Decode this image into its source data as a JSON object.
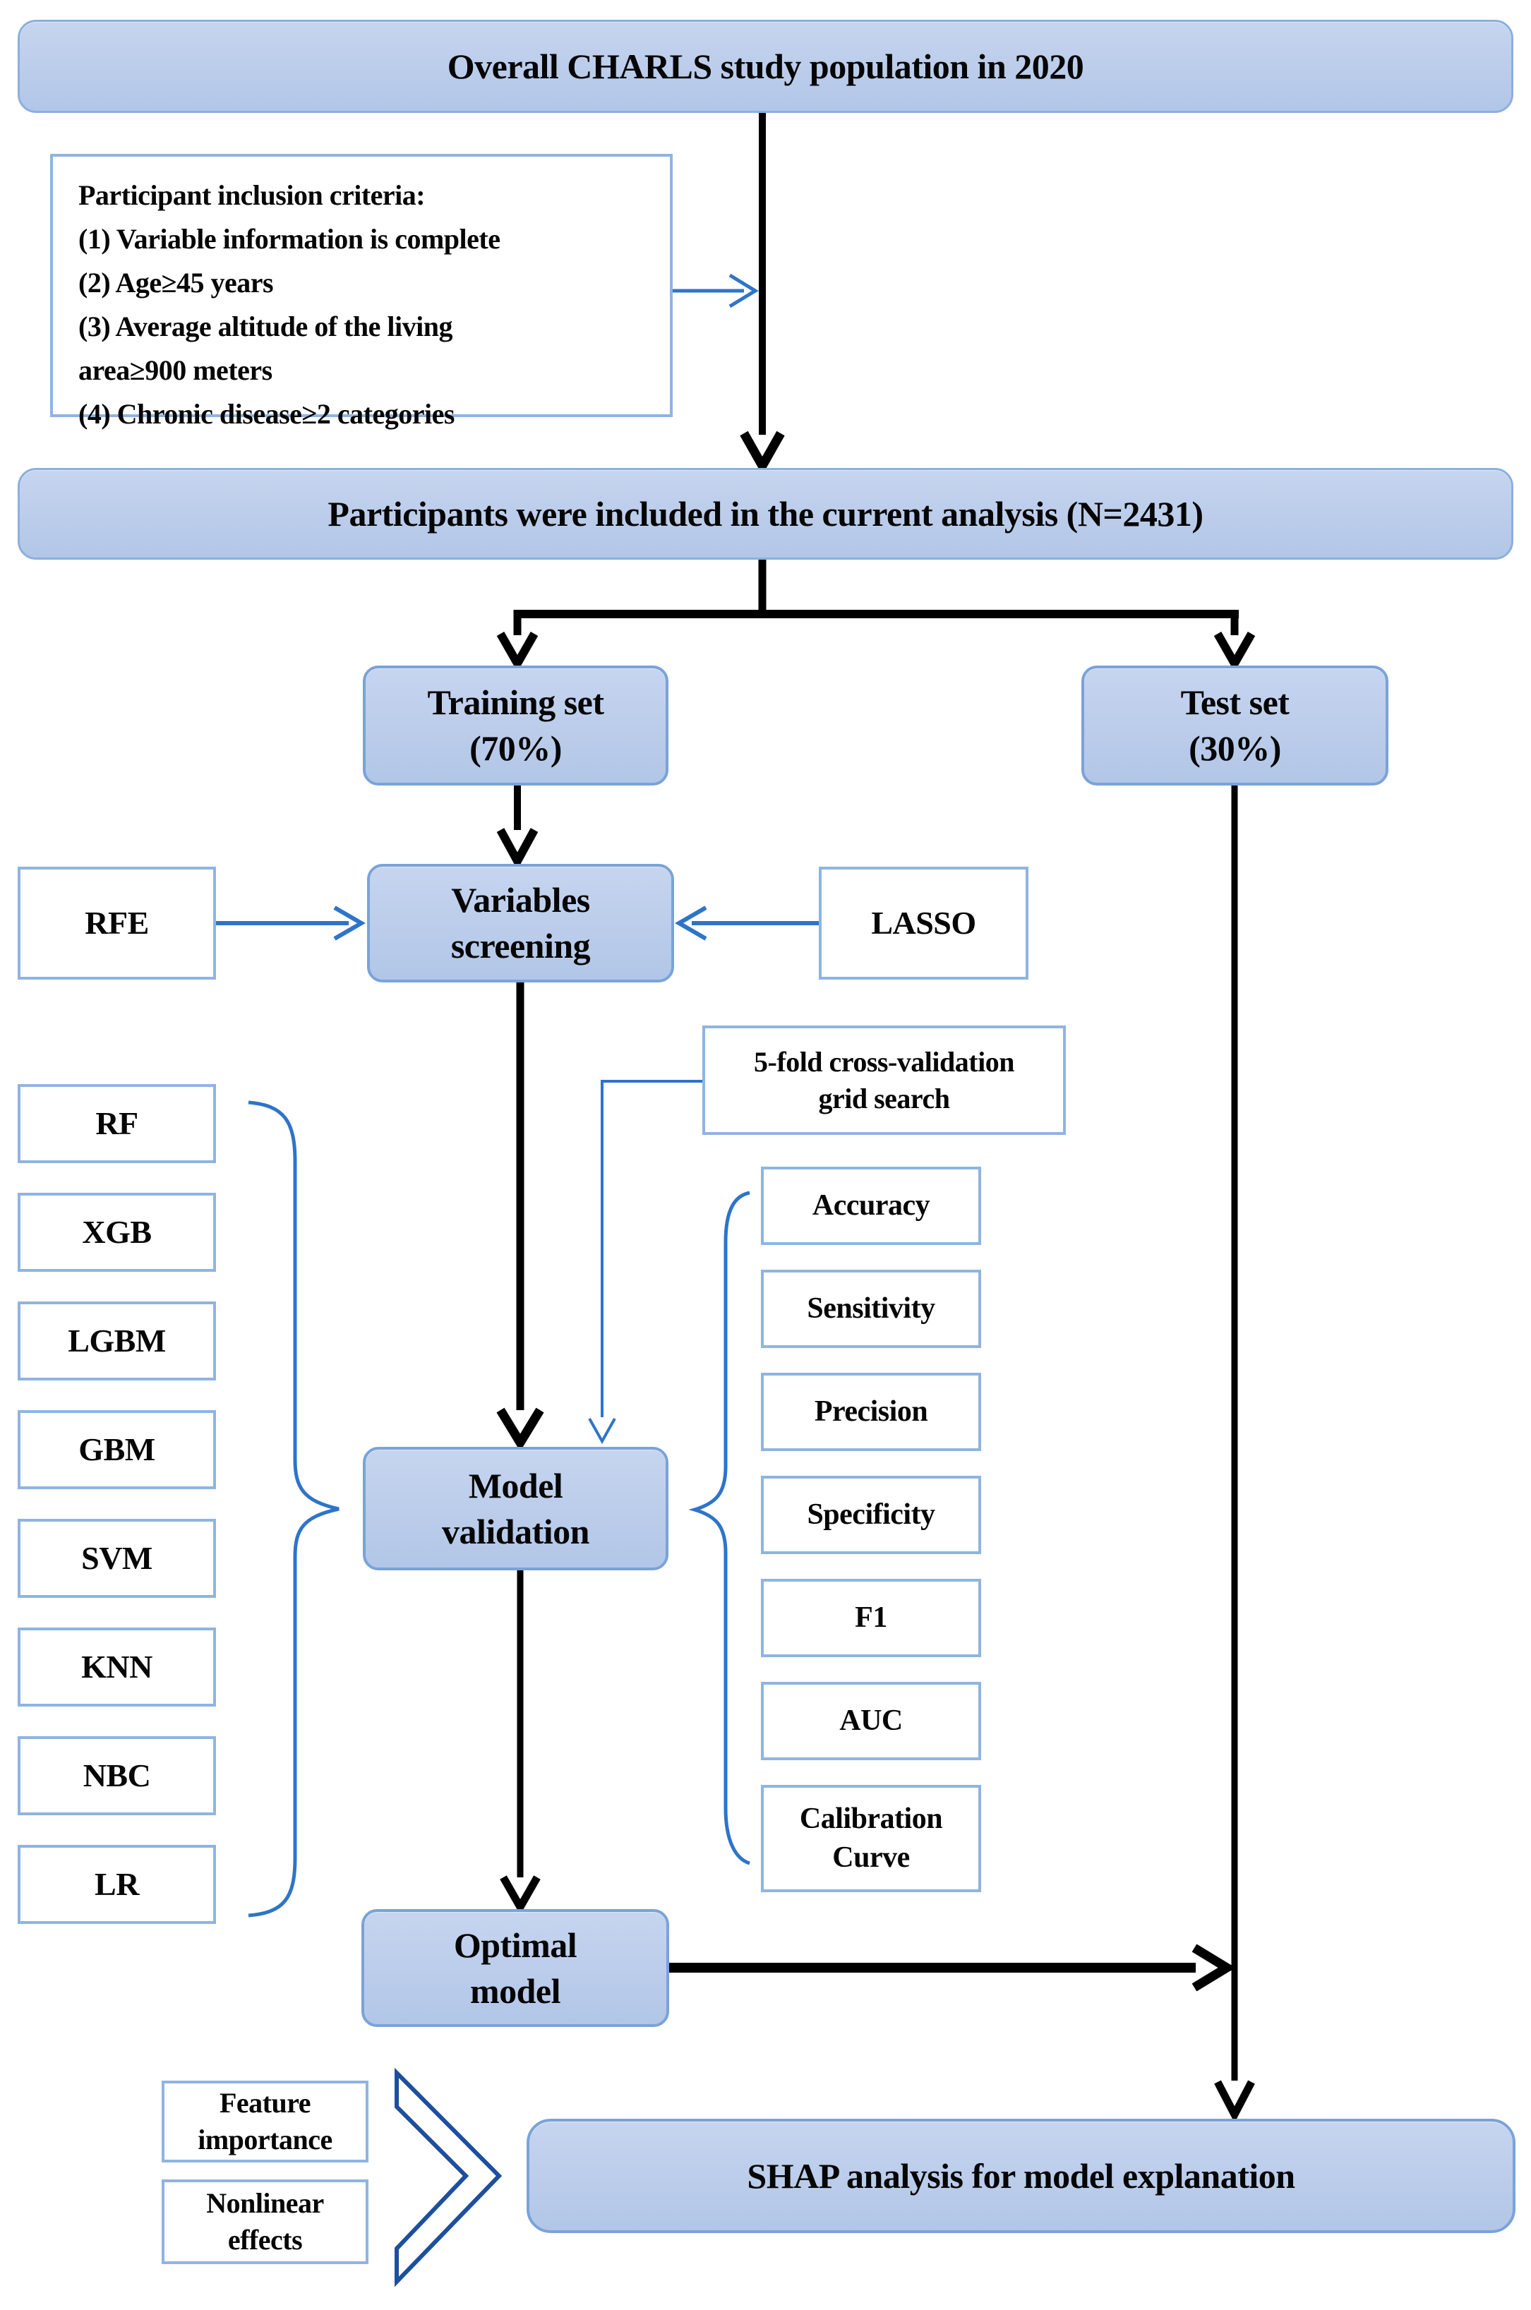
{
  "flow": {
    "top_bar": "Overall CHARLS study population in 2020",
    "included_bar": "Participants were included in the current analysis (N=2431)",
    "criteria": "Participant inclusion criteria:\n(1) Variable information is complete\n(2) Age≥45 years\n(3) Average altitude of the living\narea≥900 meters\n(4) Chronic disease≥2 categories",
    "training": "Training set\n(70%)",
    "test": "Test set\n(30%)",
    "variables": "Variables\nscreening",
    "rfe": "RFE",
    "lasso": "LASSO",
    "cross_validation": "5-fold cross-validation\ngrid search",
    "validation": "Model\nvalidation",
    "optimal": "Optimal\nmodel",
    "feature_importance": "Feature\nimportance",
    "nonlinear_effects": "Nonlinear\neffects",
    "shap": "SHAP analysis for model explanation"
  },
  "models": [
    "RF",
    "XGB",
    "LGBM",
    "GBM",
    "SVM",
    "KNN",
    "NBC",
    "LR"
  ],
  "metrics": [
    "Accuracy",
    "Sensitivity",
    "Precision",
    "Specificity",
    "F1",
    "AUC",
    "Calibration\nCurve"
  ],
  "colors": {
    "box_fill_light": "#c6d5ef",
    "box_fill": "#b2c6e7",
    "box_border": "#7aa3d8",
    "bar_border": "#8ab0df",
    "white_box_border": "#8fb4e2",
    "connector_blue": "#2e74c9",
    "chevron_blue": "#1d4f9e",
    "arrow_black": "#000000",
    "text_color": "#060606"
  }
}
